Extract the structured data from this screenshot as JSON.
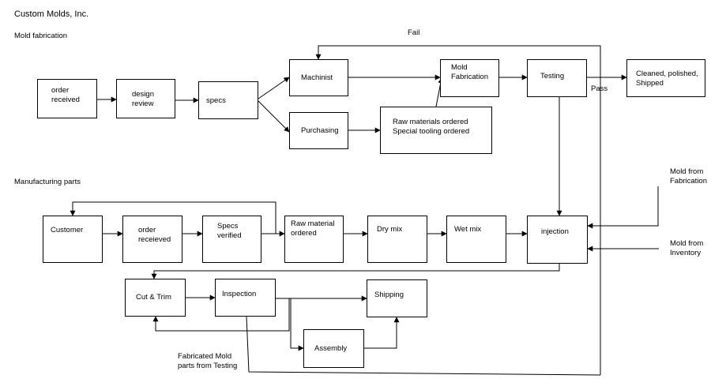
{
  "header": {
    "company": "Custom Molds, Inc.",
    "section_mold": "Mold fabrication",
    "section_manufacturing": "Manufacturing parts"
  },
  "fabrication": {
    "order_received": "order\nreceived",
    "design_review": "design\nreview",
    "specs": "specs",
    "machinist": "Machinist",
    "purchasing": "Purchasing",
    "raw_tooling": "Raw materials ordered\nSpecial tooling ordered",
    "mold_fabrication": "Mold\nFabrication",
    "testing": "Testing",
    "cleaned": "Cleaned, polished,\nShipped"
  },
  "edge_labels": {
    "fail": "Fail",
    "pass": "Pass",
    "mold_from_fabrication": "Mold from\nFabrication",
    "mold_from_inventory": "Mold from\nInventory",
    "fabricated_parts": "Fabricated Mold\nparts from Testing"
  },
  "manufacturing": {
    "customer": "Customer",
    "order_receieved": "order\nreceieved",
    "specs_verified": "Specs\nverified",
    "raw_material": "Raw material\nordered",
    "dry_mix": "Dry mix",
    "wet_mix": "Wet mix",
    "injection": "injection",
    "cut_trim": "Cut & Trim",
    "inspection": "Inspection",
    "shipping": "Shipping",
    "assembly": "Assembly"
  }
}
